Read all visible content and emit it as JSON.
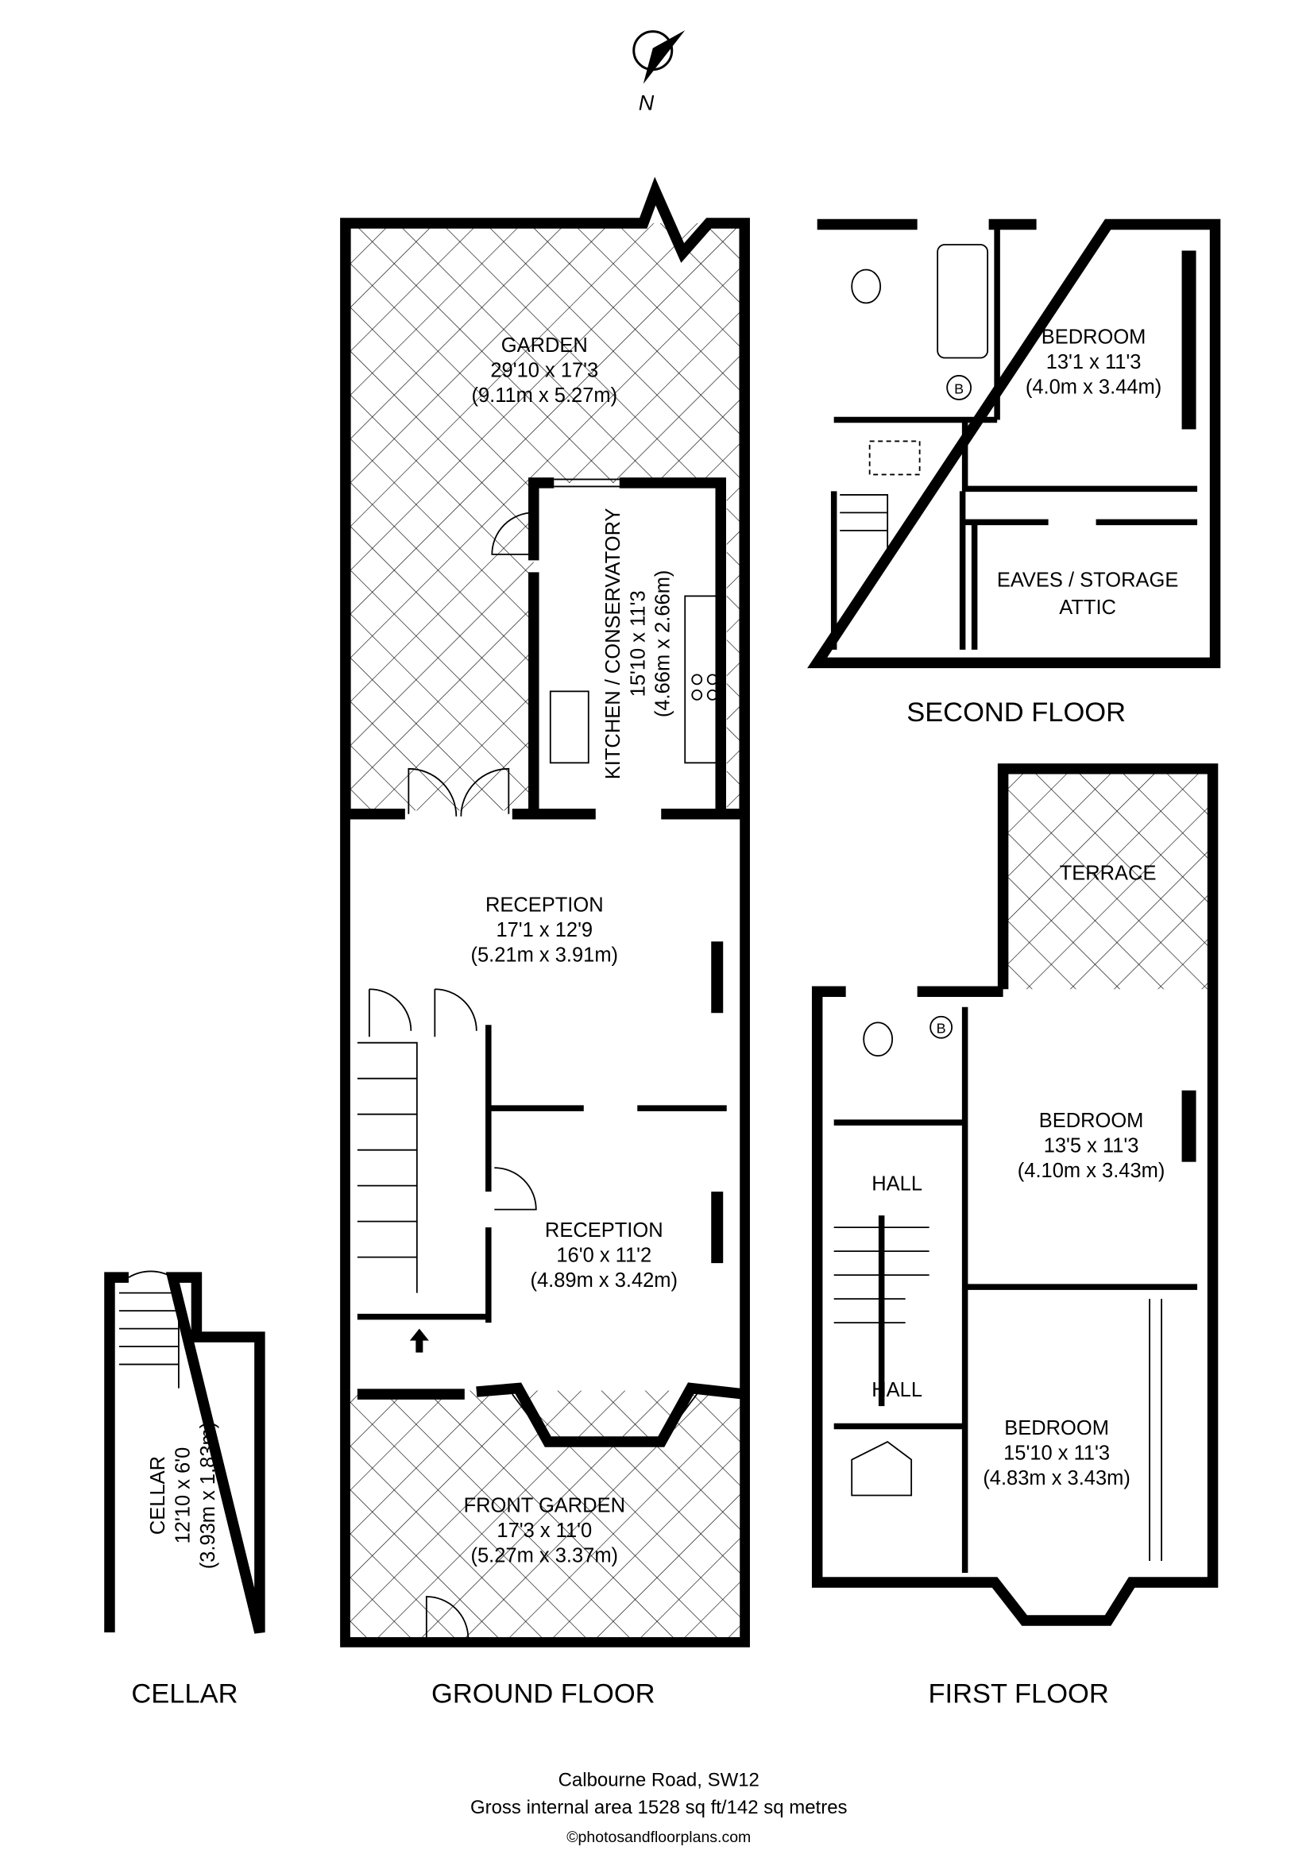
{
  "compass": {
    "label": "N"
  },
  "ground_floor": {
    "title": "GROUND FLOOR",
    "rooms": [
      {
        "name": "GARDEN",
        "imperial": "29'10 x 17'3",
        "metric": "(9.11m x 5.27m)"
      },
      {
        "name": "KITCHEN / CONSERVATORY",
        "imperial": "15'10 x 11'3",
        "metric": "(4.66m x 2.66m)"
      },
      {
        "name": "RECEPTION",
        "imperial": "17'1 x 12'9",
        "metric": "(5.21m x 3.91m)"
      },
      {
        "name": "RECEPTION",
        "imperial": "16'0 x 11'2",
        "metric": "(4.89m x 3.42m)"
      },
      {
        "name": "FRONT GARDEN",
        "imperial": "17'3 x 11'0",
        "metric": "(5.27m x 3.37m)"
      }
    ]
  },
  "first_floor": {
    "title": "FIRST FLOOR",
    "rooms": [
      {
        "name": "TERRACE"
      },
      {
        "name": "BEDROOM",
        "imperial": "13'5 x 11'3",
        "metric": "(4.10m x 3.43m)"
      },
      {
        "name": "HALL"
      },
      {
        "name": "HALL"
      },
      {
        "name": "BEDROOM",
        "imperial": "15'10 x 11'3",
        "metric": "(4.83m x 3.43m)"
      }
    ],
    "boiler": "B"
  },
  "second_floor": {
    "title": "SECOND FLOOR",
    "rooms": [
      {
        "name": "BEDROOM",
        "imperial": "13'1 x 11'3",
        "metric": "(4.0m x 3.44m)"
      },
      {
        "name": "EAVES / STORAGE",
        "sub": "ATTIC"
      }
    ],
    "boiler": "B"
  },
  "cellar": {
    "title": "CELLAR",
    "name": "CELLAR",
    "imperial": "12'10 x 6'0",
    "metric": "(3.93m x 1.83m)"
  },
  "footer": {
    "address": "Calbourne Road, SW12",
    "area": "Gross internal area 1528 sq ft/142 sq metres",
    "copyright": "©photosandfloorplans.com"
  }
}
